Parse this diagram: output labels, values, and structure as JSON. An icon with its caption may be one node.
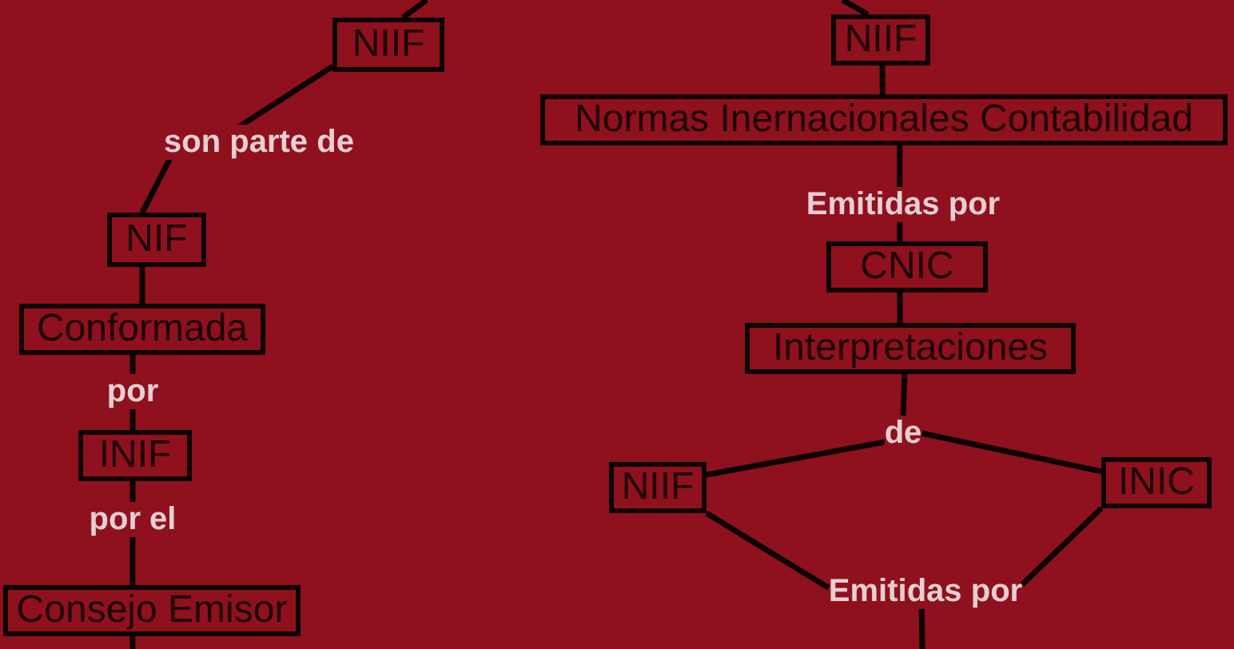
{
  "diagram": {
    "nodes": [
      {
        "text": [
          "NIIF"
        ]
      },
      {
        "text": [
          "NIF"
        ]
      },
      {
        "text": [
          "Conformada"
        ]
      },
      {
        "text": [
          "INIF"
        ]
      },
      {
        "text": [
          "Consejo Emisor"
        ]
      },
      {
        "text": [
          "NIIF"
        ]
      },
      {
        "text": [
          "Normas Inernacionales Contabilidad"
        ]
      },
      {
        "text": [
          "CNIC"
        ]
      },
      {
        "text": [
          "Interpretaciones"
        ]
      },
      {
        "text": [
          "de"
        ]
      },
      {
        "text": [
          "NIIF"
        ]
      },
      {
        "text": [
          "INIC"
        ]
      },
      {
        "text": [
          "Emitidas por"
        ]
      }
    ],
    "edges": [
      {
        "from": null,
        "to": 0,
        "arrow": "none"
      },
      {
        "from": 0,
        "to": 1,
        "arrow": "none",
        "label": "son parte de"
      },
      {
        "from": 1,
        "to": 2,
        "arrow": "none"
      },
      {
        "from": 2,
        "to": 3,
        "arrow": "none",
        "label": "por"
      },
      {
        "from": 3,
        "to": 4,
        "arrow": "none",
        "label": "por el"
      },
      {
        "from": 4,
        "to": null,
        "arrow": "none"
      },
      {
        "from": null,
        "to": 5,
        "arrow": "none"
      },
      {
        "from": 5,
        "to": 6,
        "arrow": "none"
      },
      {
        "from": 6,
        "to": 7,
        "arrow": "none",
        "label": "Emitidas por"
      },
      {
        "from": 7,
        "to": 8,
        "arrow": "none"
      },
      {
        "from": 8,
        "to": 9,
        "arrow": "none"
      },
      {
        "from": 9,
        "to": 10,
        "arrow": "none"
      },
      {
        "from": 9,
        "to": 11,
        "arrow": "none"
      },
      {
        "from": 10,
        "to": 12,
        "arrow": "none"
      },
      {
        "from": 11,
        "to": 12,
        "arrow": "none"
      },
      {
        "from": 12,
        "to": null,
        "arrow": "none"
      }
    ]
  }
}
